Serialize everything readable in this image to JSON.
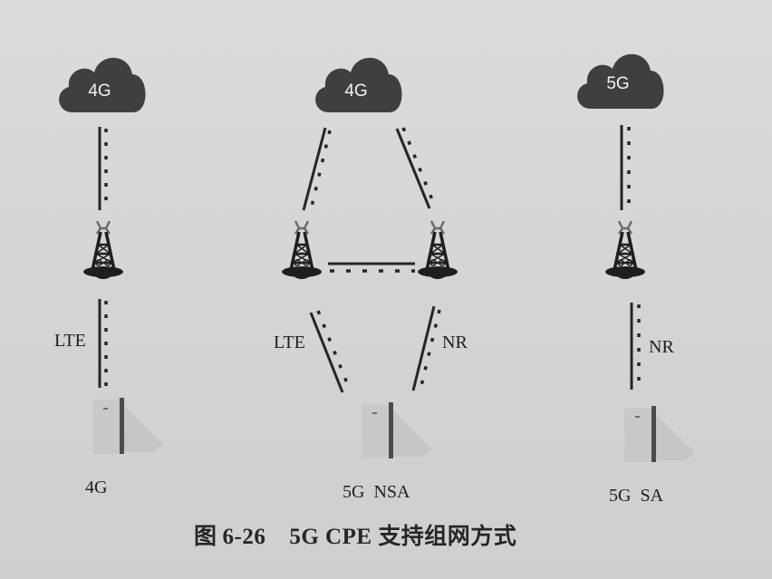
{
  "figure": {
    "caption_prefix": "图",
    "caption_number": "6-26",
    "caption_title": "5G CPE 支持组网方式"
  },
  "columns": [
    {
      "id": "4g",
      "core_label": "4G",
      "links": [
        {
          "label": "LTE"
        }
      ],
      "device_label": "4G"
    },
    {
      "id": "5g-nsa",
      "core_label": "4G",
      "links": [
        {
          "label": "LTE"
        },
        {
          "label": "NR"
        }
      ],
      "device_label": "5G  NSA"
    },
    {
      "id": "5g-sa",
      "core_label": "5G",
      "links": [
        {
          "label": "NR"
        }
      ],
      "device_label": "5G  SA"
    }
  ],
  "colors": {
    "cloud": "#3f3f3f",
    "line": "#262626",
    "background": "#d8d8d8",
    "cpe_body": "#c8c8c8",
    "cpe_edge": "#555555"
  }
}
